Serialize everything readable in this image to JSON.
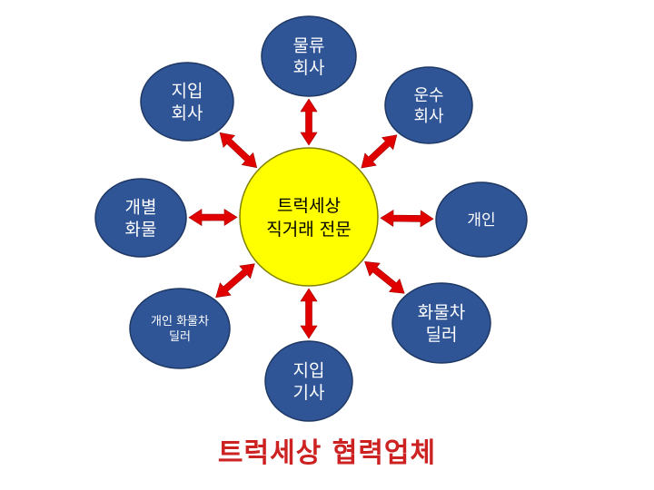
{
  "colors": {
    "node_fill": "#2f5597",
    "node_stroke": "#1f3864",
    "center_fill": "#ffff00",
    "center_stroke": "#808000",
    "arrow": "#e00000",
    "caption": "#cc2222"
  },
  "center": {
    "lines": [
      "트럭세상",
      "직거래 전문"
    ]
  },
  "nodes": [
    {
      "id": "logistics",
      "lines": [
        "물류",
        "회사"
      ]
    },
    {
      "id": "transport",
      "lines": [
        "운수",
        "회사"
      ]
    },
    {
      "id": "individual",
      "lines": [
        "개인"
      ]
    },
    {
      "id": "truck-dealer",
      "lines": [
        "화물차",
        "딜러"
      ]
    },
    {
      "id": "contract-driver",
      "lines": [
        "지입",
        "기사"
      ]
    },
    {
      "id": "individual-truck-dealer",
      "lines": [
        "개인 화물차",
        "딜러"
      ]
    },
    {
      "id": "individual-cargo",
      "lines": [
        "개별",
        "화물"
      ]
    },
    {
      "id": "contract-company",
      "lines": [
        "지입",
        "회사"
      ]
    }
  ],
  "caption": "트럭세상 협력업체"
}
